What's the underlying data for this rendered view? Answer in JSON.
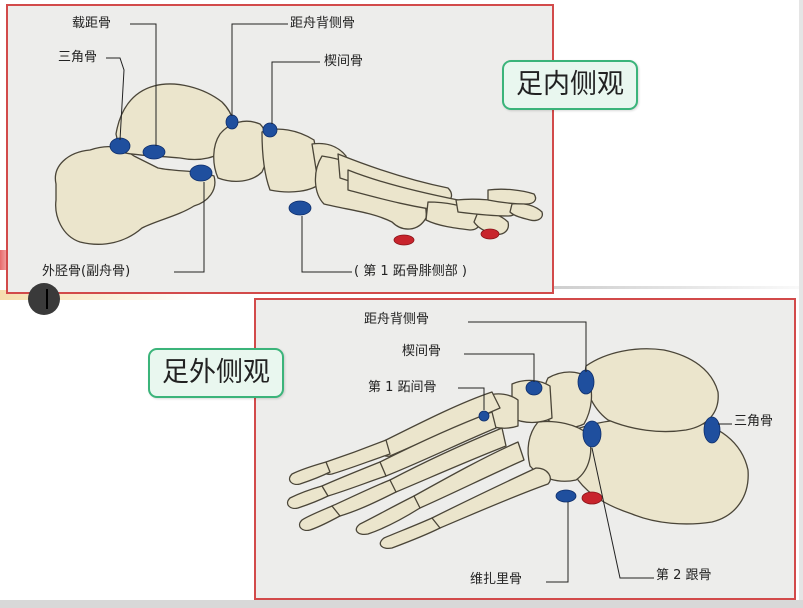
{
  "medial": {
    "view_label": "足内侧观",
    "labels": {
      "sustentaculum": "载距骨",
      "os_trigonum": "三角骨",
      "talonavicular_dorsal": "距舟背侧骨",
      "intercuneiform": "楔间骨",
      "os_tibiale_externum": "外胫骨(副舟骨)",
      "first_metatarsal_fibular": "( 第 1 跖骨腓侧部 )"
    }
  },
  "lateral": {
    "view_label": "足外侧观",
    "labels": {
      "talonavicular_dorsal": "距舟背侧骨",
      "intercuneiform": "楔间骨",
      "first_intermetatarsal": "第 1 跖间骨",
      "os_trigonum": "三角骨",
      "os_vesalianum": "维扎里骨",
      "secondary_calcaneus": "第 2 跟骨"
    }
  },
  "colors": {
    "panel_border": "#d24a4a",
    "label_border": "#3bb47a",
    "label_fill": "#e9f7ef",
    "accessory_bone": "#1f4f9e",
    "sesamoid": "#c8242c",
    "bone_fill": "#ebe5cc",
    "bone_outline": "#4a4538"
  }
}
